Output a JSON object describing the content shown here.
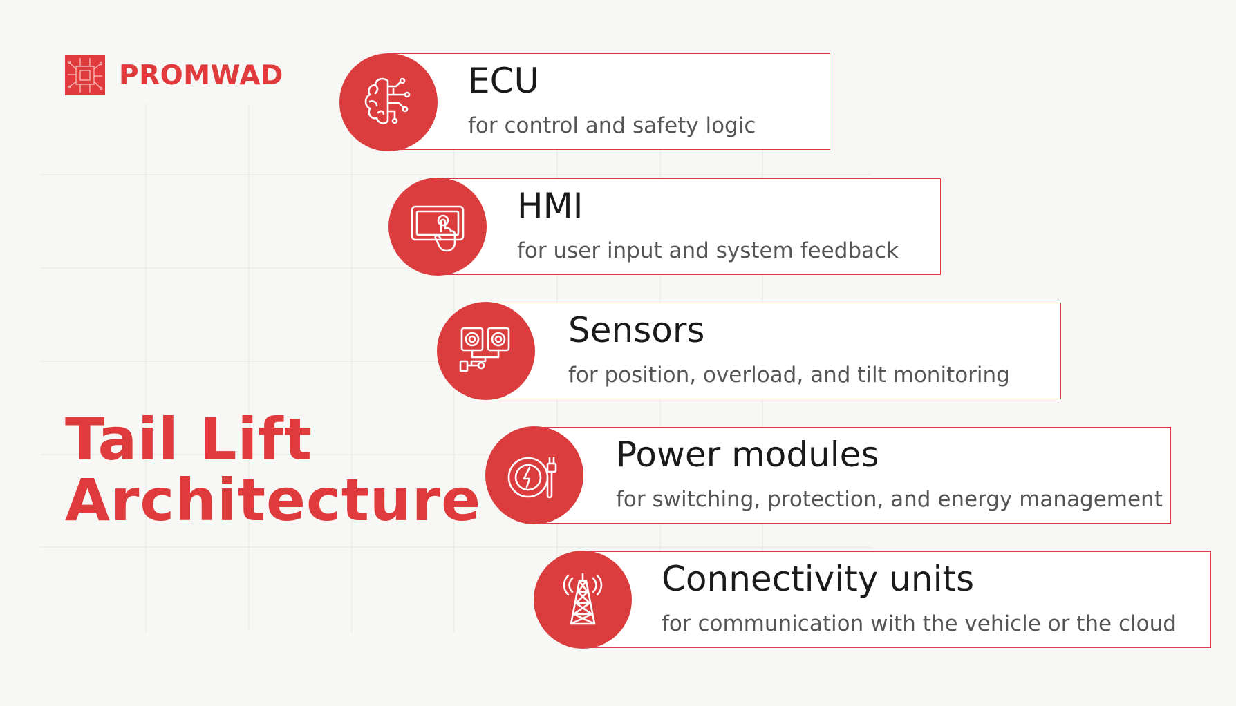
{
  "brand": {
    "name": "PROMWAD",
    "color": "#e03a3c"
  },
  "title": {
    "line1": "Tail Lift",
    "line2": "Architecture"
  },
  "items": [
    {
      "title": "ECU",
      "desc": "for control and safety logic",
      "icon": "brain-circuit-icon"
    },
    {
      "title": "HMI",
      "desc": "for user input and system feedback",
      "icon": "touchscreen-icon"
    },
    {
      "title": "Sensors",
      "desc": "for position, overload, and tilt monitoring",
      "icon": "sensors-icon"
    },
    {
      "title": "Power modules",
      "desc": "for switching, protection, and energy management",
      "icon": "power-plug-icon"
    },
    {
      "title": "Connectivity units",
      "desc": "for communication with the vehicle or the cloud",
      "icon": "antenna-tower-icon"
    }
  ],
  "colors": {
    "accent": "#db3d3e",
    "background": "#f7f7f5"
  }
}
